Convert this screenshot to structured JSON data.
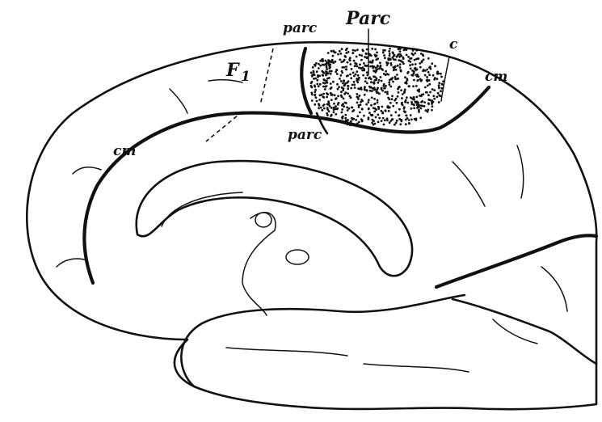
{
  "labels": {
    "parc_top": "parc",
    "Parc": "Parc",
    "c": "c",
    "cm_right": "cm",
    "F1": "F",
    "F1_sub": "1",
    "cm_left": "cm",
    "parc_bottom": "parc"
  }
}
